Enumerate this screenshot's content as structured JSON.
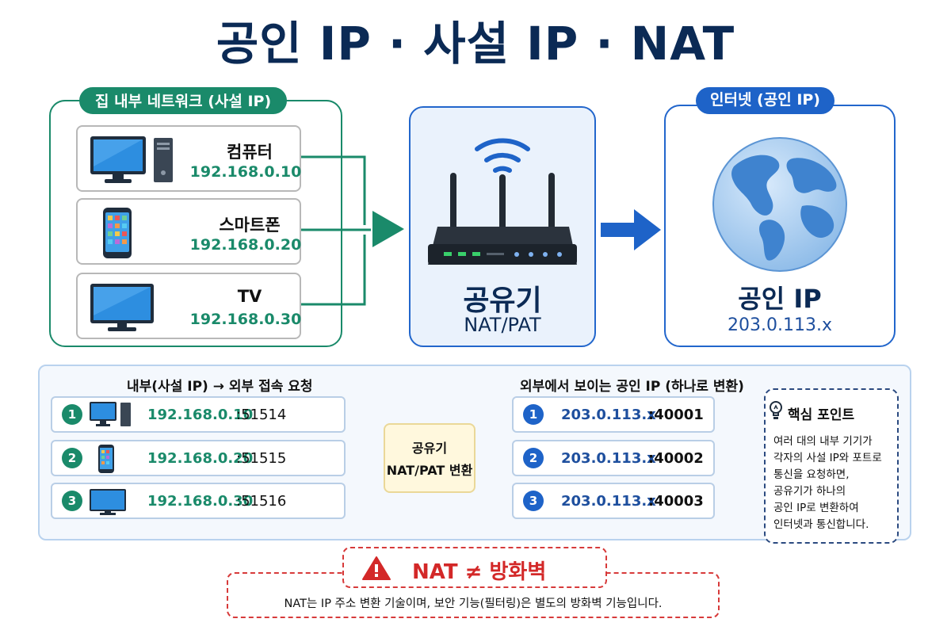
{
  "title": "공인 IP · 사설 IP · NAT",
  "home_network": {
    "label": "집 내부 네트워크 (사설 IP)",
    "devices": [
      {
        "name": "컴퓨터",
        "ip": "192.168.0.10",
        "icon": "computer-icon"
      },
      {
        "name": "스마트폰",
        "ip": "192.168.0.20",
        "icon": "smartphone-icon"
      },
      {
        "name": "TV",
        "ip": "192.168.0.30",
        "icon": "tv-icon"
      }
    ]
  },
  "router": {
    "name": "공유기",
    "subtitle": "NAT/PAT",
    "icon": "router-icon"
  },
  "internet": {
    "label": "인터넷 (공인 IP)",
    "name": "공인 IP",
    "ip": "203.0.113.x",
    "icon": "globe-icon"
  },
  "translation": {
    "left_header": "내부(사설 IP) → 외부 접속 요청",
    "right_header": "외부에서 보이는 공인 IP (하나로 변환)",
    "nat_box": {
      "line1": "공유기",
      "line2": "NAT/PAT 변환"
    },
    "private_rows": [
      {
        "num": "1",
        "ip": "192.168.0.10",
        "port": ":51514"
      },
      {
        "num": "2",
        "ip": "192.168.0.20",
        "port": ":51515"
      },
      {
        "num": "3",
        "ip": "192.168.0.30",
        "port": ":51516"
      }
    ],
    "public_rows": [
      {
        "num": "1",
        "ip": "203.0.113.x",
        "port": ":40001"
      },
      {
        "num": "2",
        "ip": "203.0.113.x",
        "port": ":40002"
      },
      {
        "num": "3",
        "ip": "203.0.113.x",
        "port": ":40003"
      }
    ]
  },
  "key_point": {
    "title": "핵심 포인트",
    "icon": "lightbulb-icon",
    "lines": [
      "여러 대의 내부 기기가",
      "각자의 사설 IP와 포트로",
      "통신을 요청하면,",
      "공유기가 하나의",
      "공인 IP로 변환하여",
      "인터넷과 통신합니다."
    ]
  },
  "warning": {
    "title": "NAT ≠ 방화벽",
    "icon": "warning-icon",
    "text": "NAT는 IP 주소 변환 기술이며, 보안 기능(필터링)은 별도의 방화벽 기능입니다."
  },
  "colors": {
    "green": "#1a8a6a",
    "blue": "#1e63c8",
    "navy": "#0b2a55",
    "red": "#d32828"
  }
}
